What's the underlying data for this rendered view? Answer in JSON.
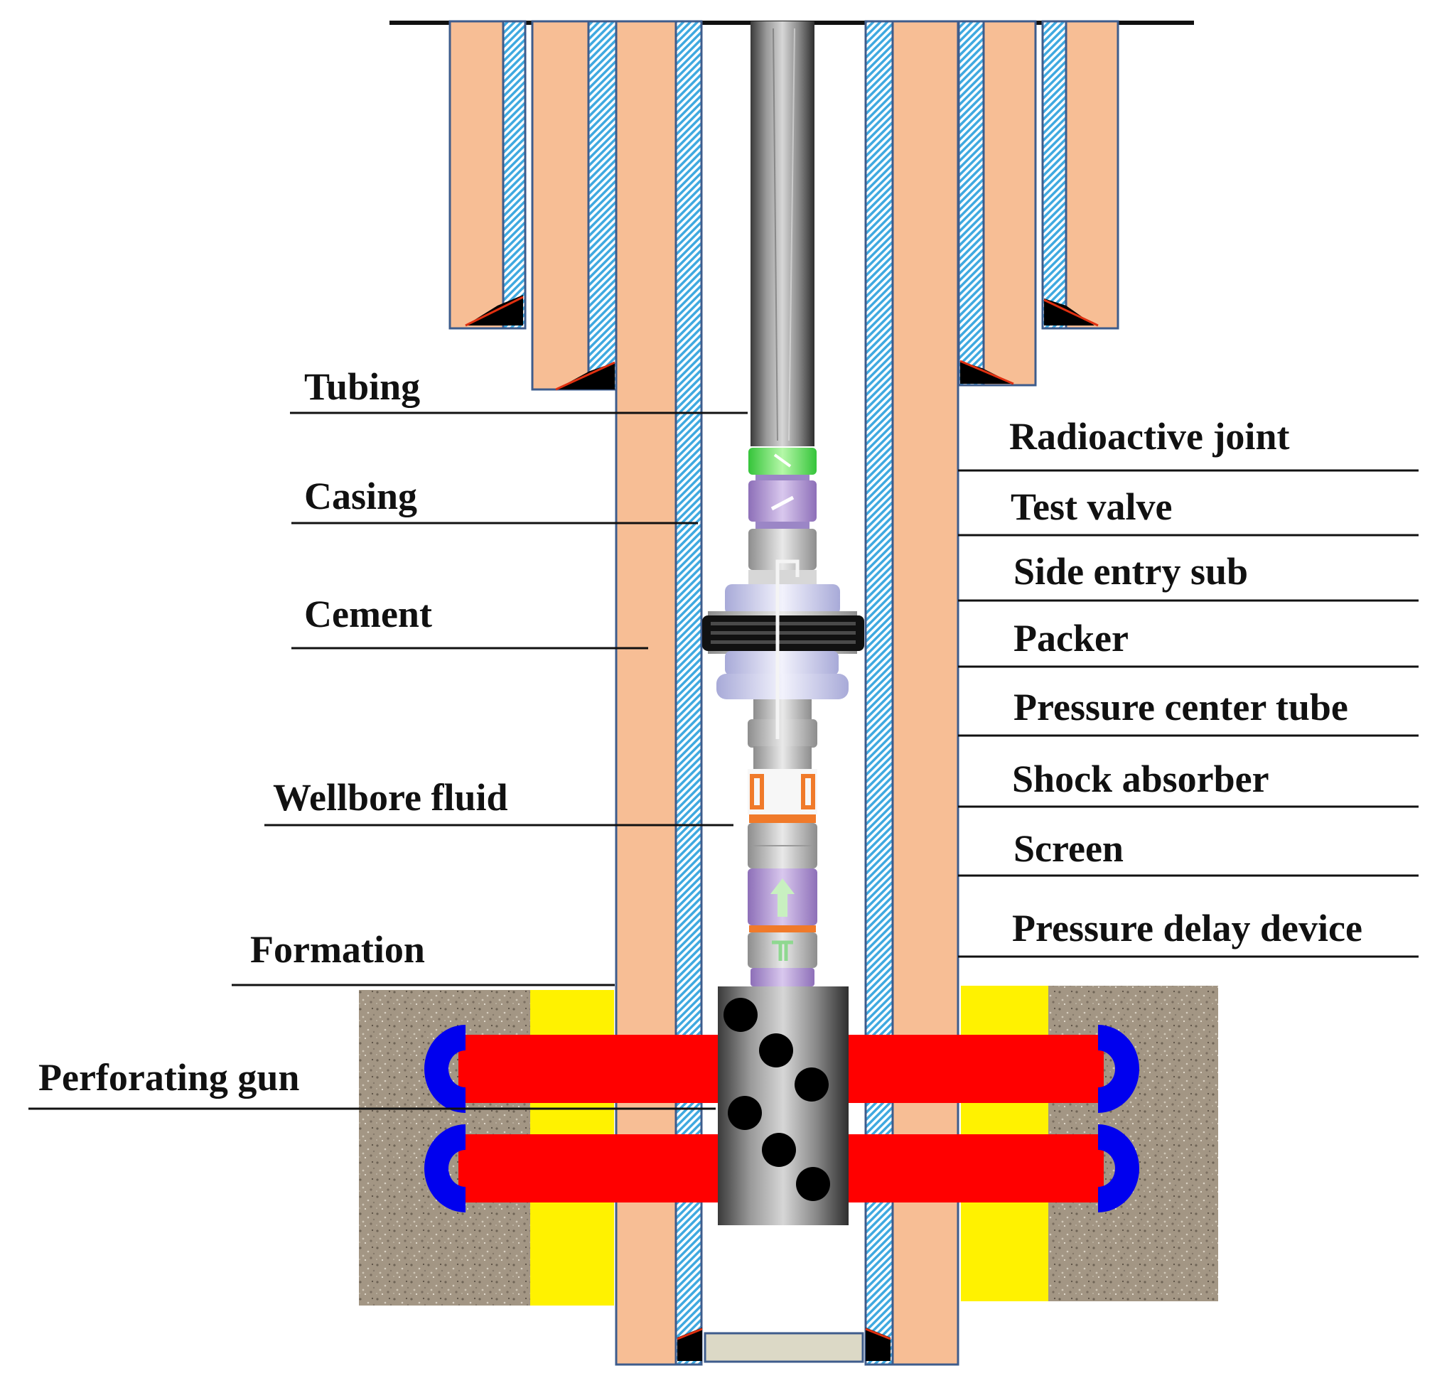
{
  "labels": {
    "left": {
      "tubing": "Tubing",
      "casing": "Casing",
      "cement": "Cement",
      "wellbore_fluid": "Wellbore fluid",
      "formation": "Formation",
      "perforating_gun": "Perforating gun"
    },
    "right": {
      "radioactive_joint": "Radioactive joint",
      "test_valve": "Test valve",
      "side_entry_sub": "Side entry sub",
      "packer": "Packer",
      "pressure_center_tube": "Pressure center tube",
      "shock_absorber": "Shock absorber",
      "screen": "Screen",
      "pressure_delay_device": "Pressure delay device"
    }
  },
  "colors": {
    "cement": "#F7BE95",
    "casing_border": "#3E5C8C",
    "casing_hatch": "#3FA9E0",
    "formation_rock": "#A39684",
    "yellow_zone": "#FFF200",
    "perforation_tunnel": "#FF0000",
    "perforation_tip": "#0000EE",
    "packer": "#111111",
    "radioactive_joint": "#6CEB5E",
    "valve_purple": "#B89AD8",
    "shock_absorber_orange": "#F07A2A",
    "shoe_black": "#000000",
    "shoe_red": "#E03010",
    "plug": "#DCD9C6"
  }
}
